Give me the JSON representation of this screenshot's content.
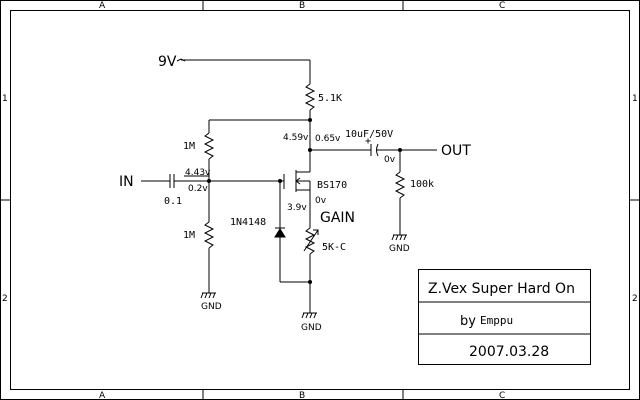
{
  "frame": {
    "columns": [
      "A",
      "B",
      "C"
    ],
    "rows": [
      "1",
      "2"
    ]
  },
  "labels": {
    "supply": "9V",
    "input": "IN",
    "output": "OUT",
    "r_drain": "5.1K",
    "r_bias_top": "1M",
    "r_bias_bottom": "1M",
    "cap_in": "0.1",
    "cap_out": "10uF/50V",
    "r_out": "100k",
    "transistor": "BS170",
    "diode": "1N4148",
    "pot": "5K-C",
    "gain": "GAIN",
    "gnd_left": "GND",
    "gnd_mid": "GND",
    "gnd_right": "GND",
    "v_gate": "4.43v",
    "v_in_node": "0.2v",
    "v_drain": "4.59v",
    "v_drain_low": "0.65v",
    "v_source": "3.9v",
    "v_source_low": "0v",
    "v_out": "0v",
    "cap_plus": "+"
  },
  "title_block": {
    "title": "Z.Vex Super Hard On",
    "author_prefix": "by",
    "author": "Emppu",
    "date": "2007.03.28"
  }
}
